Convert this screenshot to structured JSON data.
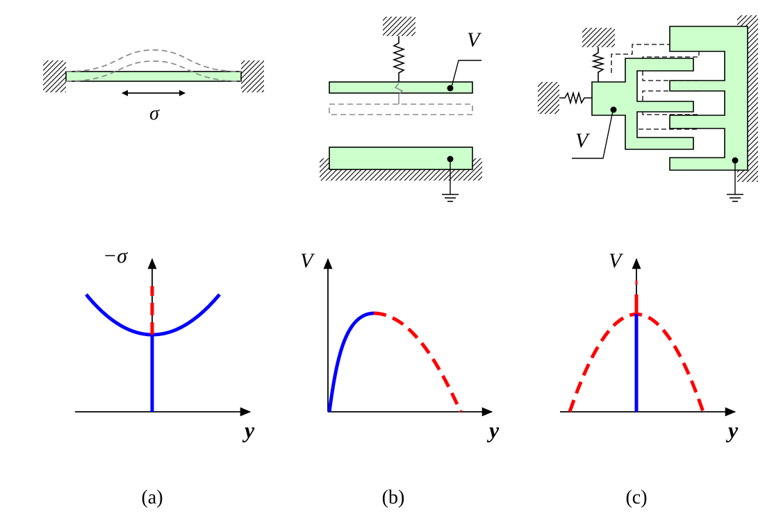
{
  "colors": {
    "green_fill": "#ccffcc",
    "blue": "#0000ff",
    "red": "#ff0000",
    "grey_dash": "#8c8c8c",
    "black": "#000000"
  },
  "panels": [
    {
      "id": "a",
      "caption": "(a)",
      "top_label": "σ",
      "axis_y_label": "−σ",
      "axis_x_label": "y"
    },
    {
      "id": "b",
      "caption": "(b)",
      "top_label": "V",
      "axis_y_label": "V",
      "axis_x_label": "y"
    },
    {
      "id": "c",
      "caption": "(c)",
      "top_label": "V",
      "axis_y_label": "V",
      "axis_x_label": "y"
    }
  ]
}
